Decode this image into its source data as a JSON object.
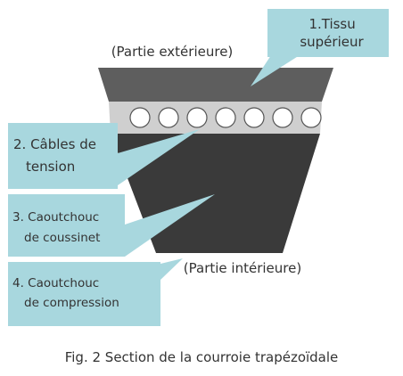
{
  "diagram": {
    "top_label": "(Partie extérieure)",
    "bottom_label": "(Partie intérieure)",
    "callouts": [
      {
        "lines": [
          "1.Tissu",
          "supérieur"
        ]
      },
      {
        "lines": [
          "2. Câbles de",
          "tension"
        ]
      },
      {
        "lines": [
          "3. Caoutchouc",
          "de coussinet"
        ]
      },
      {
        "lines": [
          "4. Caoutchouc",
          "de compression"
        ]
      }
    ],
    "cable_count": 7,
    "colors": {
      "callout_fill": "#a8d7de",
      "top_fabric": "#5e5e5e",
      "cushion_band": "#cfcfcf",
      "compression_rubber": "#3a3a3a",
      "cable": "#ffffff",
      "text": "#333333"
    }
  },
  "caption": "Fig. 2 Section de la courroie trapézoïdale"
}
